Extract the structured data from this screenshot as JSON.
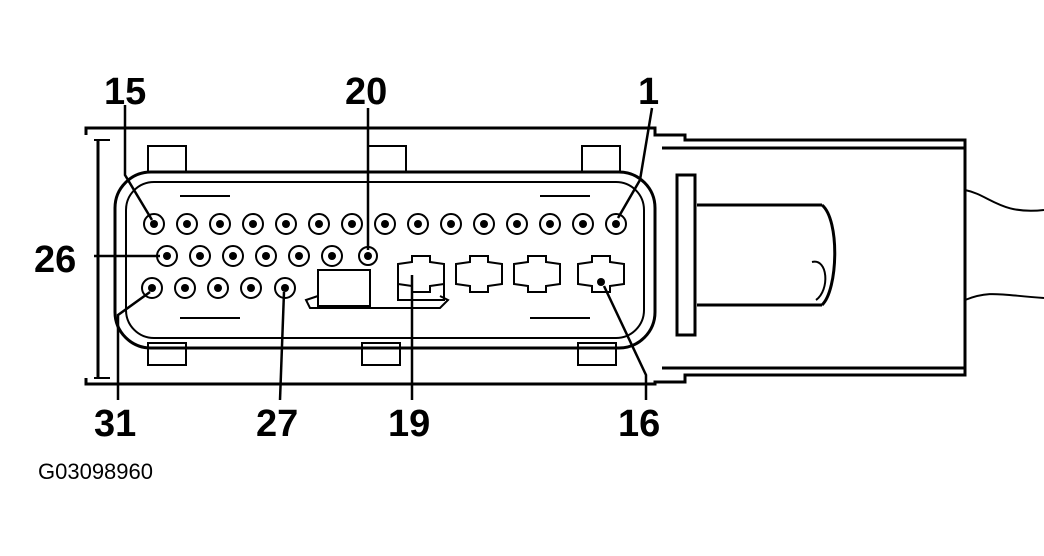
{
  "pin_labels": {
    "p15": "15",
    "p20": "20",
    "p1": "1",
    "p26": "26",
    "p31": "31",
    "p27": "27",
    "p19": "19",
    "p16": "16"
  },
  "figure_code": "G03098960"
}
